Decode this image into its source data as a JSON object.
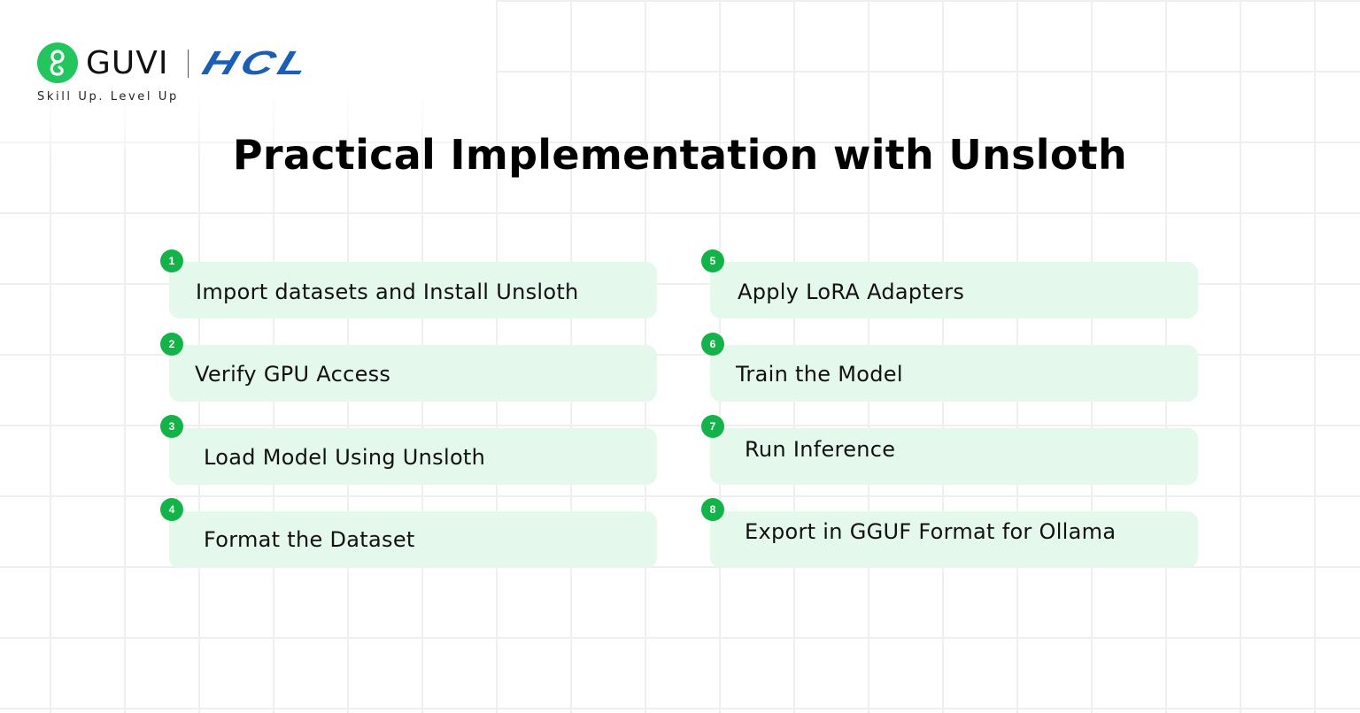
{
  "brand": {
    "guvi_name": "GUVI",
    "partner_name": "HCL",
    "tagline": "Skill Up. Level Up",
    "guvi_color": "#22c55e",
    "hcl_color": "#1a5fb4"
  },
  "title": "Practical Implementation with Unsloth",
  "colors": {
    "card_background": "#e5f8ec",
    "badge": "#13b34a"
  },
  "steps": [
    {
      "number": "1",
      "label": "Import datasets and Install Unsloth"
    },
    {
      "number": "2",
      "label": "Verify GPU Access"
    },
    {
      "number": "3",
      "label": "Load Model Using Unsloth"
    },
    {
      "number": "4",
      "label": "Format the Dataset"
    },
    {
      "number": "5",
      "label": "Apply LoRA Adapters"
    },
    {
      "number": "6",
      "label": "Train the Model"
    },
    {
      "number": "7",
      "label": "Run Inference"
    },
    {
      "number": "8",
      "label": "Export in GGUF Format for Ollama"
    }
  ]
}
